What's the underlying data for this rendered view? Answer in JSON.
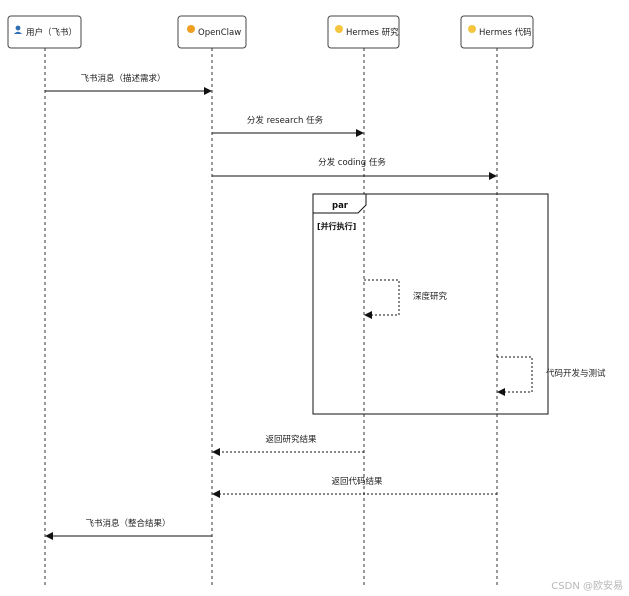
{
  "participants": [
    {
      "id": "user",
      "label": "用户（飞书）",
      "icon": "person-icon",
      "icon_color": "#2f6fb3"
    },
    {
      "id": "openclaw",
      "label": "OpenClaw",
      "icon": "orange-dot-icon",
      "icon_color": "#f0a020"
    },
    {
      "id": "research",
      "label": "Hermes 研究",
      "icon": "yellow-dot-icon",
      "icon_color": "#f5c542"
    },
    {
      "id": "code",
      "label": "Hermes 代码",
      "icon": "yellow-dot-icon",
      "icon_color": "#f5c542"
    }
  ],
  "messages": [
    {
      "from": "user",
      "to": "openclaw",
      "label": "飞书消息（描述需求）",
      "style": "solid"
    },
    {
      "from": "openclaw",
      "to": "research",
      "label": "分发 research 任务",
      "style": "solid"
    },
    {
      "from": "openclaw",
      "to": "code",
      "label": "分发 coding 任务",
      "style": "solid"
    },
    {
      "from": "research",
      "to": "research",
      "label": "深度研究",
      "style": "dotted"
    },
    {
      "from": "code",
      "to": "code",
      "label": "代码开发与测试",
      "style": "dotted"
    },
    {
      "from": "research",
      "to": "openclaw",
      "label": "返回研究结果",
      "style": "dotted"
    },
    {
      "from": "code",
      "to": "openclaw",
      "label": "返回代码结果",
      "style": "dotted"
    },
    {
      "from": "openclaw",
      "to": "user",
      "label": "飞书消息（整合结果）",
      "style": "solid"
    }
  ],
  "fragment": {
    "operator": "par",
    "condition": "[并行执行]"
  },
  "watermark": "CSDN @欧安易"
}
